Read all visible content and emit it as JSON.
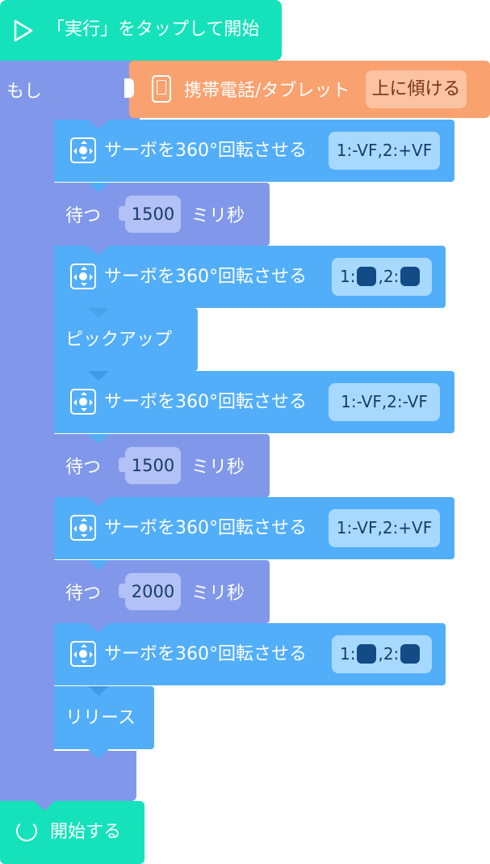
{
  "event": {
    "label": "「実行」をタップして開始",
    "icon": "play-icon"
  },
  "if_block": {
    "label": "もし",
    "condition": {
      "icon": "tablet-icon",
      "label": "携帯電話/タブレット",
      "value": "上に傾ける"
    }
  },
  "blocks": [
    {
      "kind": "servo",
      "label": "サーボを360°回転させる",
      "icon": "servo-icon",
      "param": "1:-VF,2:+VF"
    },
    {
      "kind": "wait",
      "label": "待つ",
      "value": "1500",
      "unit": "ミリ秒"
    },
    {
      "kind": "servo",
      "label": "サーボを360°回転させる",
      "icon": "servo-icon",
      "param": {
        "s1": "1:",
        "s2": ",2:",
        "color1": "#124b85",
        "color2": "#124b85"
      }
    },
    {
      "kind": "action",
      "label": "ピックアップ"
    },
    {
      "kind": "servo",
      "label": "サーボを360°回転させる",
      "icon": "servo-icon",
      "param": "1:-VF,2:-VF"
    },
    {
      "kind": "wait",
      "label": "待つ",
      "value": "1500",
      "unit": "ミリ秒"
    },
    {
      "kind": "servo",
      "label": "サーボを360°回転させる",
      "icon": "servo-icon",
      "param": "1:-VF,2:+VF"
    },
    {
      "kind": "wait",
      "label": "待つ",
      "value": "2000",
      "unit": "ミリ秒"
    },
    {
      "kind": "servo",
      "label": "サーボを360°回転させる",
      "icon": "servo-icon",
      "param": {
        "s1": "1:",
        "s2": ",2:",
        "color1": "#124b85",
        "color2": "#124b85"
      }
    },
    {
      "kind": "action",
      "label": "リリース"
    }
  ],
  "start_block": {
    "label": "開始する",
    "icon": "refresh-icon"
  },
  "colors": {
    "event": "#15e2bb",
    "control": "#8198ea",
    "device": "#f9a16f",
    "action": "#52aef9",
    "param_fill": "#a7d9ff",
    "swatch": "#124b85"
  }
}
